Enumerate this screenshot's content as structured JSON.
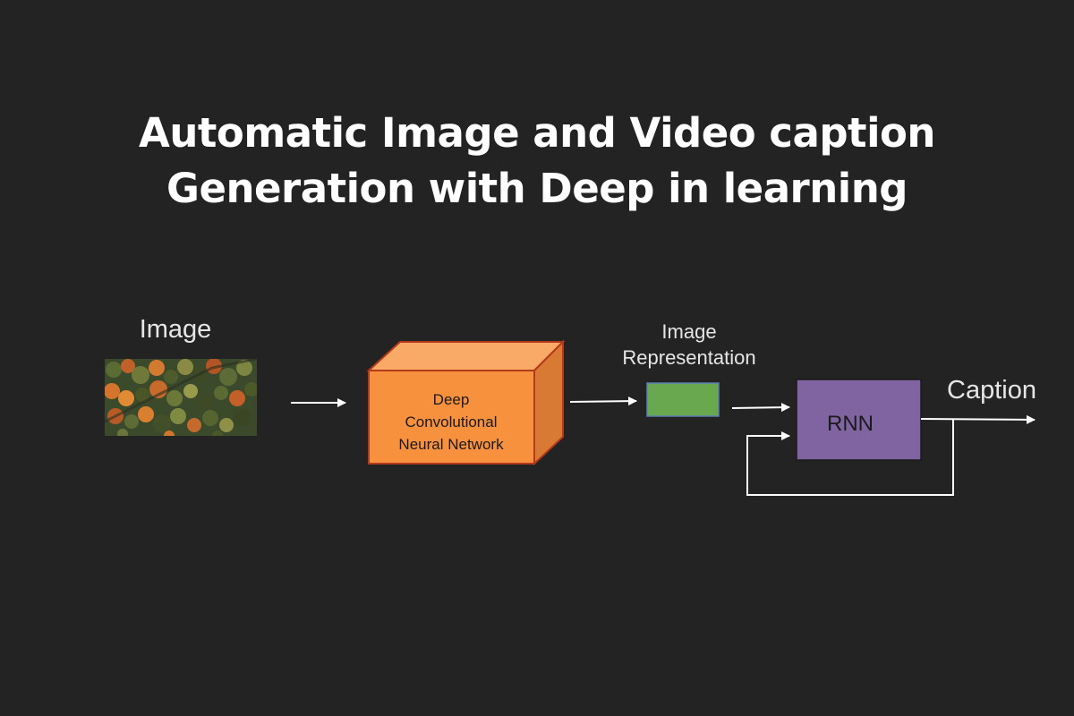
{
  "title": {
    "line1": "Automatic Image and Video caption",
    "line2": "Generation with Deep in learning"
  },
  "diagram": {
    "input_label": "Image",
    "cnn_label": [
      "Deep",
      "Convolutional",
      "Neural Network"
    ],
    "representation_label": [
      "Image",
      "Representation"
    ],
    "rnn_label": "RNN",
    "output_label": "Caption",
    "colors": {
      "background": "#232323",
      "cnn_front": "#f7913d",
      "cnn_top": "#f9aa66",
      "cnn_side": "#d97a34",
      "cnn_border": "#b33a1a",
      "representation_fill": "#6aa84f",
      "representation_border": "#5b7fb3",
      "rnn_fill": "#8064a2",
      "arrow": "#ffffff"
    }
  }
}
